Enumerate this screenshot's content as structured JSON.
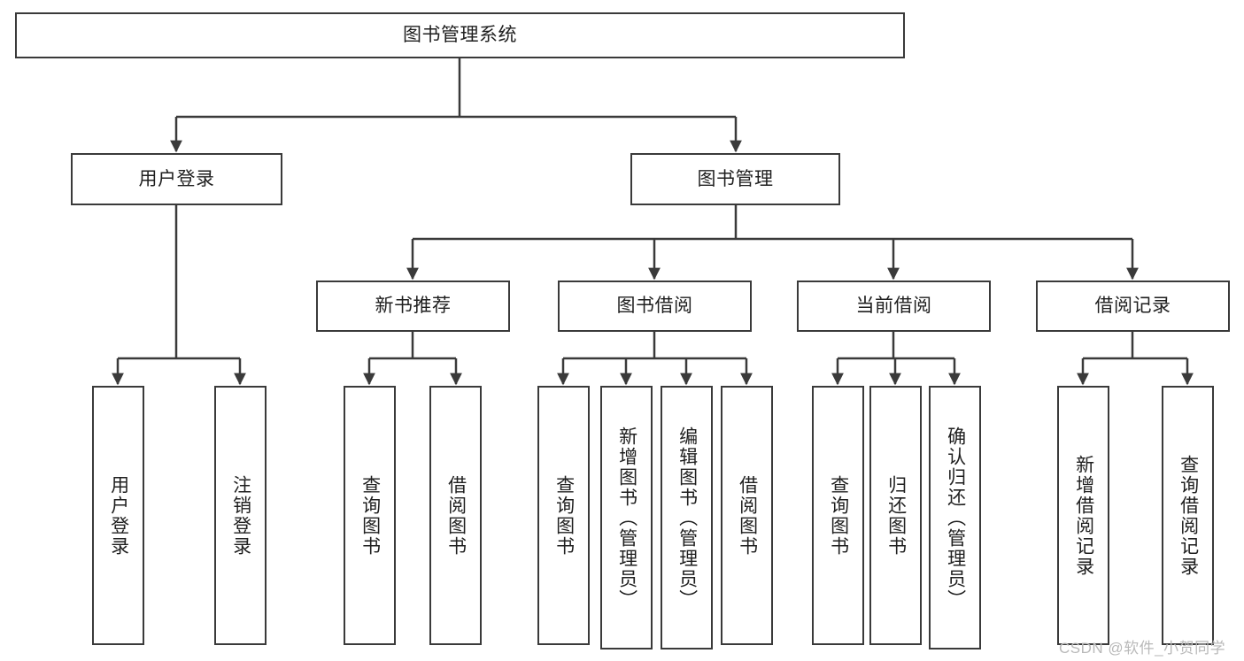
{
  "diagram": {
    "title": "图书管理系统",
    "type": "tree",
    "orientation": "top-down",
    "colors": {
      "background": "#ffffff",
      "node_fill": "#ffffff",
      "node_border": "#3a3a3a",
      "edge": "#3a3a3a",
      "text": "#1f1f1f",
      "watermark": "#b9b9b9"
    }
  },
  "watermark": {
    "text": "CSDN @软件_小贺同学"
  },
  "nodes": {
    "root": {
      "label": "图书管理系统",
      "level": 1
    },
    "l2": [
      {
        "id": "user-login",
        "label": "用户登录",
        "level": 2
      },
      {
        "id": "book-management",
        "label": "图书管理",
        "level": 2
      }
    ],
    "l3": [
      {
        "id": "new-book-recommend",
        "label": "新书推荐",
        "level": 3
      },
      {
        "id": "book-borrow",
        "label": "图书借阅",
        "level": 3
      },
      {
        "id": "current-borrow",
        "label": "当前借阅",
        "level": 3
      },
      {
        "id": "borrow-record",
        "label": "借阅记录",
        "level": 3
      }
    ],
    "leaves": [
      {
        "id": "leaf-user-login",
        "label": "用户登录",
        "parent": "user-login"
      },
      {
        "id": "leaf-logout-login",
        "label": "注销登录",
        "parent": "user-login"
      },
      {
        "id": "leaf-query-book-1",
        "label": "查询图书",
        "parent": "new-book-recommend"
      },
      {
        "id": "leaf-borrow-book-1",
        "label": "借阅图书",
        "parent": "new-book-recommend"
      },
      {
        "id": "leaf-query-book-2",
        "label": "查询图书",
        "parent": "book-borrow"
      },
      {
        "id": "leaf-add-book",
        "label": "新增图书（管理员）",
        "parent": "book-borrow"
      },
      {
        "id": "leaf-edit-book",
        "label": "编辑图书（管理员）",
        "parent": "book-borrow"
      },
      {
        "id": "leaf-borrow-book-2",
        "label": "借阅图书",
        "parent": "book-borrow"
      },
      {
        "id": "leaf-query-book-3",
        "label": "查询图书",
        "parent": "current-borrow"
      },
      {
        "id": "leaf-return-book",
        "label": "归还图书",
        "parent": "current-borrow"
      },
      {
        "id": "leaf-confirm-return",
        "label": "确认归还（管理员）",
        "parent": "current-borrow"
      },
      {
        "id": "leaf-add-record",
        "label": "新增借阅记录",
        "parent": "borrow-record"
      },
      {
        "id": "leaf-query-record",
        "label": "查询借阅记录",
        "parent": "borrow-record"
      }
    ]
  }
}
